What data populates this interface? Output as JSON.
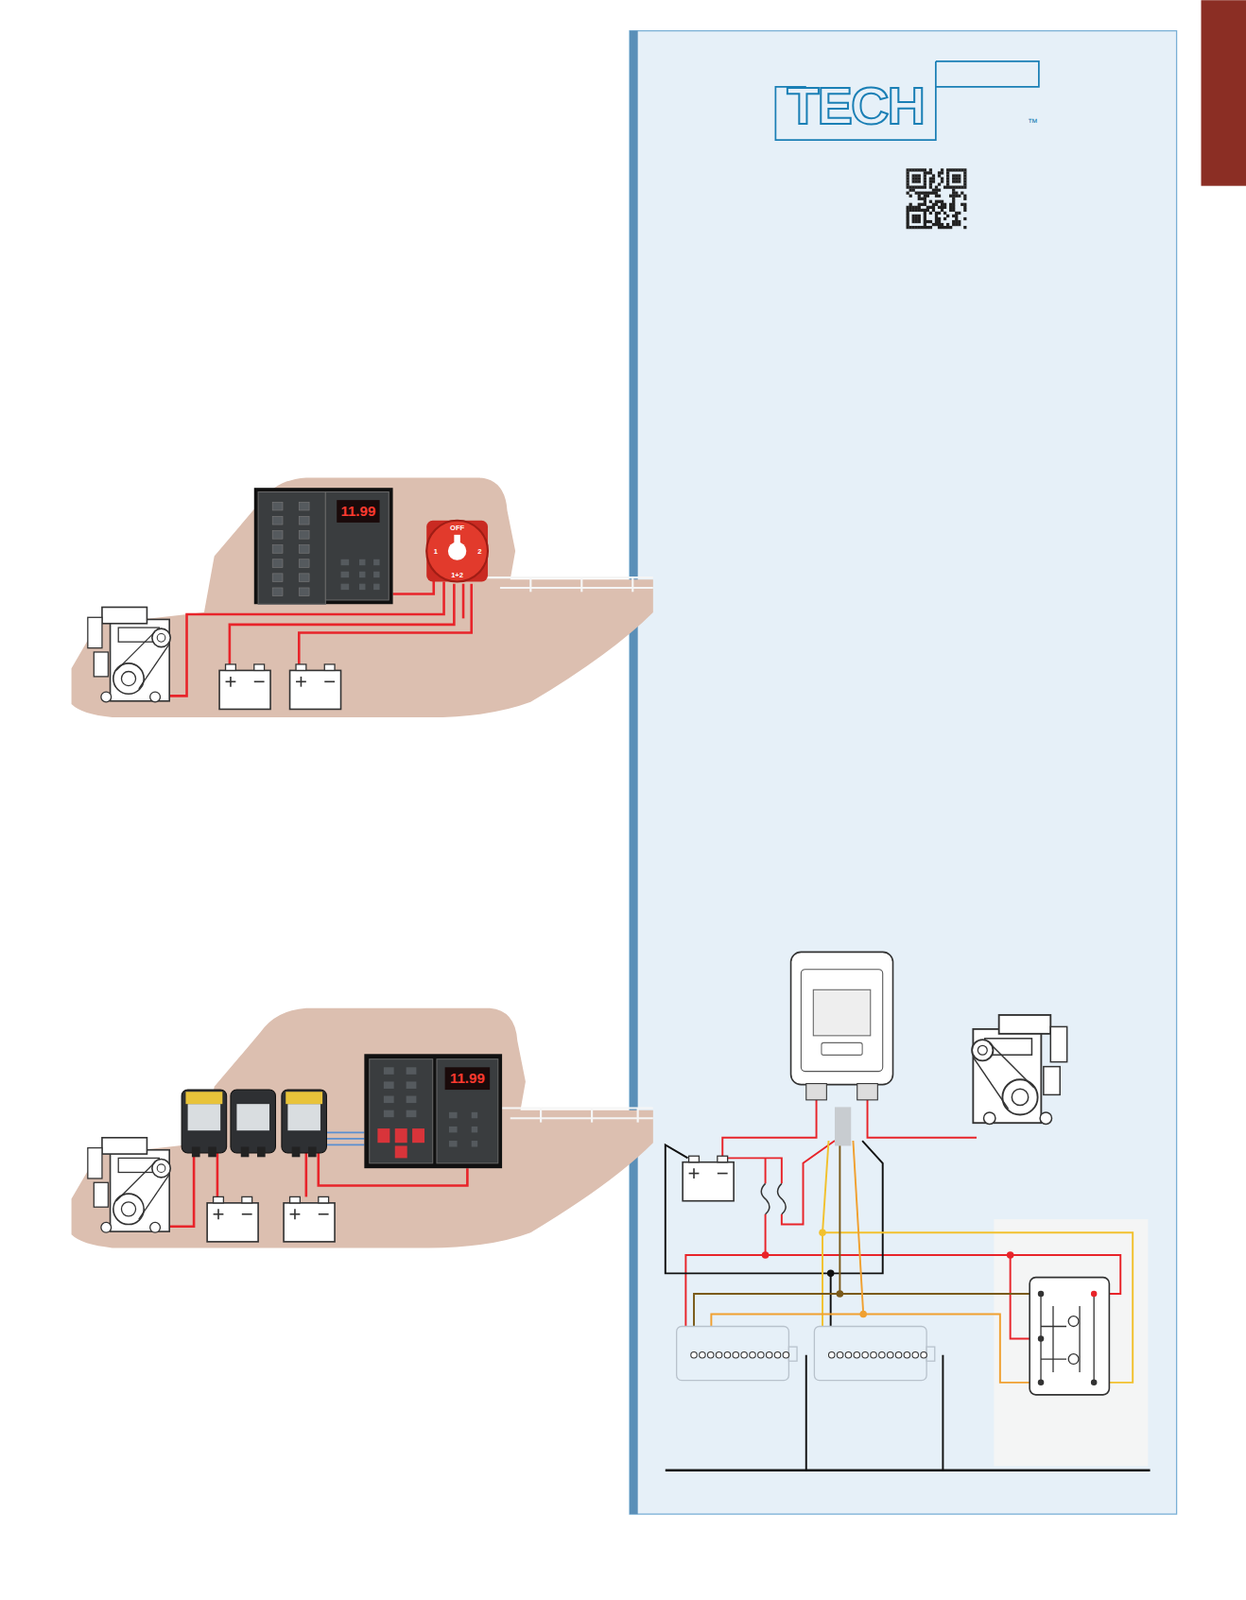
{
  "diagram": {
    "labels": [
      "TECH",
      "™",
      "OFF",
      "1",
      "2",
      "1+2",
      "11.99",
      "11.99"
    ]
  }
}
